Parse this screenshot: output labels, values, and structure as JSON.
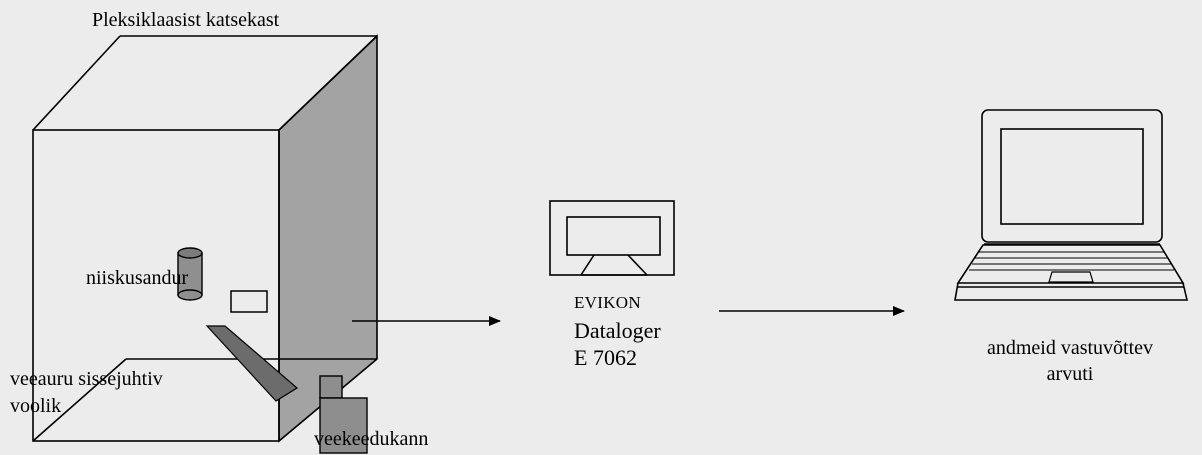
{
  "colors": {
    "background": "#ececec",
    "grey_face": "#a3a3a3",
    "cylinder": "#8f8f8f",
    "hose": "#6c6c6c",
    "kettle": "#8e8e8e",
    "line": "#000000"
  },
  "labels": {
    "chamber_title": "Pleksiklaasist katsekast",
    "sensor": "niiskusandur",
    "hose_line1": "veeauru sissejuhtiv",
    "hose_line2": "voolik",
    "kettle": "veekeedukann",
    "logger_brand": "EVIKON",
    "logger_line1": "Dataloger",
    "logger_line2": "E 7062",
    "computer_line1": "andmeid vastuvõttev",
    "computer_line2": "arvuti"
  },
  "icons": {
    "chamber": "test-chamber-cube",
    "sensor": "humidity-sensor-icon",
    "hose": "hose-icon",
    "kettle": "kettle-icon",
    "logger": "datalogger-icon",
    "computer": "laptop-icon",
    "arrow": "arrow-right-icon"
  }
}
